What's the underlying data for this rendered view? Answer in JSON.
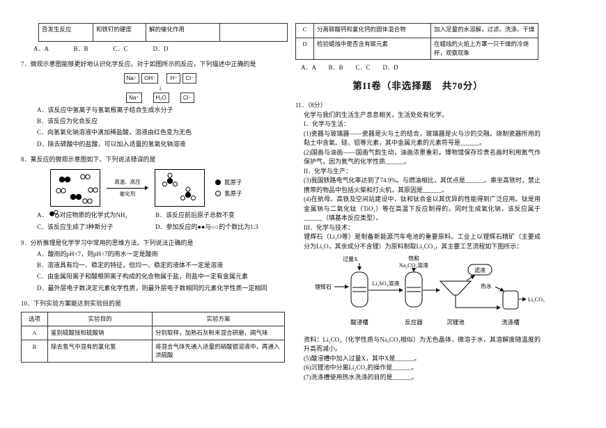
{
  "left": {
    "cont_table": {
      "c1": "否发生反应",
      "c2": "和铁钉的硬度",
      "c3": "解的催化作用",
      "c4": ""
    },
    "answer_line": "A．A　　　　B．B　　　　C．C　　　　D．D",
    "q7": {
      "stem": "7．微观示意图能够更好地认识化学反应。对于如图所示的反应，下列描述中正确的是",
      "ions_top": [
        "Na⁺",
        "OH⁻",
        "H⁺",
        "Cl⁻"
      ],
      "down_arrow": "↓",
      "ions_bottom": [
        "Na⁺",
        "H₂O",
        "Cl⁻"
      ],
      "options": [
        "A．该反应中氢离子与氢氧根离子结合生成水分子",
        "B．该反应为化合反应",
        "C．向氢氧化钠溶液中滴加稀盐酸，溶液由红色变为无色",
        "D．除去硫酸中的盐酸，可以加入适量的氢氧化钠溶液"
      ]
    },
    "q8": {
      "stem": "8．某反应的微观示意图如下、下列说法错误的是",
      "cond_top": "高温、高压",
      "cond_bottom": "催化剂",
      "legend_n": "氮原子",
      "legend_h": "氢原子",
      "optA_prefix": "A．",
      "optA_text": "对应物质的化学式为NH₃",
      "optB": "B．该反应前后原子总数不变",
      "optC": "C．该反应生成了3种新分子",
      "optD": "D．参加反应的●●与○○的个数比为1:3"
    },
    "q9": {
      "stem": "9．分析推理是化学学习中常用的思维方法。下列说法正确的是",
      "options": [
        "A．酸雨的pH<7，则pH<7的雨水一定是酸雨",
        "B．溶液具有均一、稳定的特征，但均一、稳定的液体不一定是溶液",
        "C．由金属阳离子和酸根阴离子构成的化合物属于盐，则盐中一定有金属元素",
        "D．最外层电子数决定元素化学性质，则最外层电子数相同的元素化学性质一定相同"
      ]
    },
    "q10": {
      "stem": "10．下列实验方案能达到实验目的是",
      "headers": [
        "选项",
        "实验目的",
        "实验方案"
      ],
      "rows": [
        [
          "A",
          "鉴别硫酸铵和硫酸钠",
          "分别取样，加熟石灰粉末混合研磨，闻气味"
        ],
        [
          "B",
          "除去氢气中混有的氯化氢",
          "将混合气体先通入适量的硝酸银溶液中，再通入浓硫酸"
        ]
      ]
    }
  },
  "right": {
    "cont_table_rows": [
      [
        "C",
        "分离碳酸钙和氯化钙的固体混合物",
        "加入足量的水溶解，过滤、洗涤、干燥"
      ],
      [
        "D",
        "检验蜡烛中是否含有碳元素",
        "在蜡烛的火焰上方罩一只干燥的冷烧杯，观察现象"
      ]
    ],
    "answer_line": "A．A　　B．B　　C．C　　D．D",
    "section_title": "第II卷（非选择题　共70分）",
    "q11": {
      "number": "11．（8分）",
      "intro": "化学与我们的生活生产息息相关，生活处处有化学。",
      "part1": "I．化学与生活：",
      "item1": "(1)瓷器与玻璃器——瓷器是火与土的结合，玻璃器是火与沙的交融。烧制瓷器所用的黏土中含氧、硅、铝等元素，其中金属元素的元素符号是______。",
      "item2": "(2)国画与油画——国画气韵生动，油画浓墨重彩。博物馆保存珍贵名画时利用氮气作保护气，因为氮气的化学性质______。",
      "part2": "II．化学与生产：",
      "item3": "(3)我国铁路电气化率达到了74.9%。与燃油相比，其优点是______。乘坐高铁时，禁止携带的物品中包括火柴和打火机，其原因是______。",
      "item4": "(4)在航母、高铁及空间站建设中，钛和钛合金以其优异的性能得到广泛应用。钛是用金属钠与二氧化钛（TiO₂）等在高温下反应制得的，同时生成氧化钠，该反应属于______（填基本反应类型）。",
      "part3": "III．化学与技术：",
      "item5": "锂辉石（Li₂O等）是制备新能源汽车电池的重要原料。工业上以锂辉石精矿（主要成分为Li₂O，其余成分不含锂）为原料制取Li₂CO₃，其主要工艺流程如下图所示：",
      "flow": {
        "excess_x": "过量X",
        "ore": "锂辉石",
        "vessel1": "酸浸槽",
        "solution": "Li₂SO₄溶液",
        "saturated1": "饱和",
        "saturated2": "Na₂CO₃溶液",
        "vessel2": "反应器",
        "filtrate": "滤液",
        "funnel": "沉锂池",
        "hot_water": "热水",
        "washer": "洗涤槽",
        "product": "Li₂CO₃"
      },
      "note": "资料：Li₂CO₃（化学性质与Na₂CO₃相似）为无色晶体，微溶于水，其溶解度随温度的升高而减小。",
      "item6": "(5)酸浸槽中加入过量X，其中X是______。",
      "item7": "(6)沉锂池中分离Li₂CO₃的操作是______。",
      "item8": "(7)洗涤槽使用热水洗涤的目的是______。"
    }
  }
}
